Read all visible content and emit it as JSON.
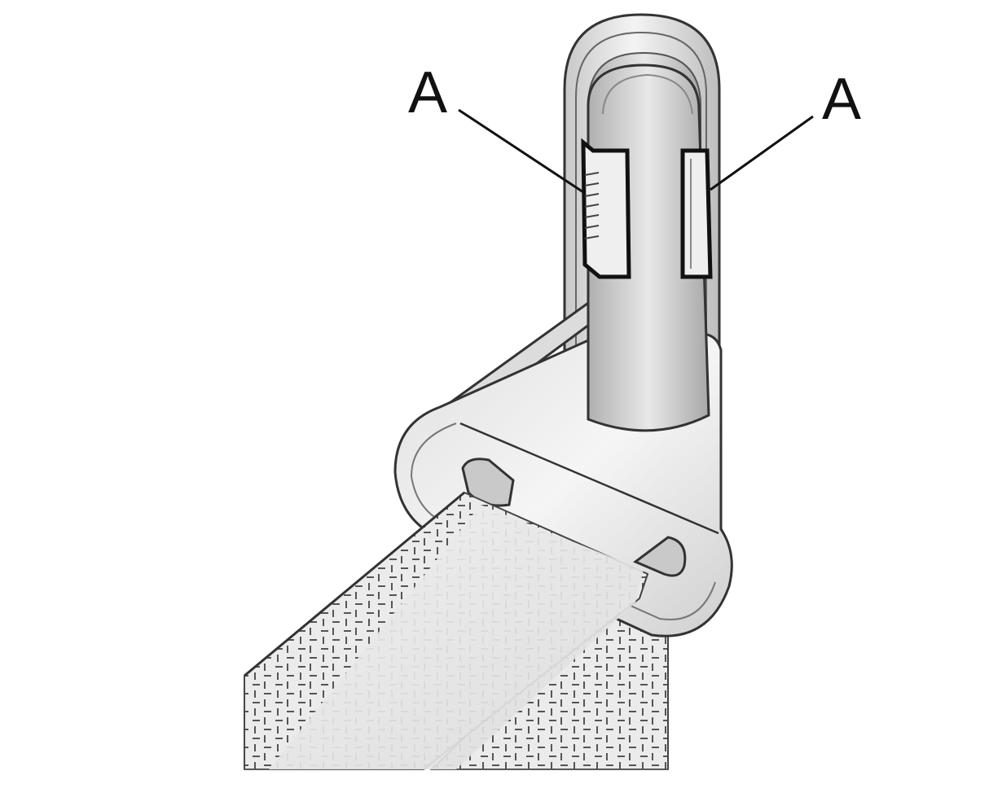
{
  "figure": {
    "callouts": [
      {
        "label": "A"
      },
      {
        "label": "A"
      }
    ]
  },
  "colors": {
    "outline": "#1a1a1a",
    "metal_light": "#f2f2f2",
    "metal_mid": "#d9d9d9",
    "metal_dark": "#b5b5b5",
    "webbing": "#e6e6e6",
    "webbing_pattern": "#555555"
  },
  "icons": {
    "part": "seat-belt-height-adjuster-illustration"
  }
}
